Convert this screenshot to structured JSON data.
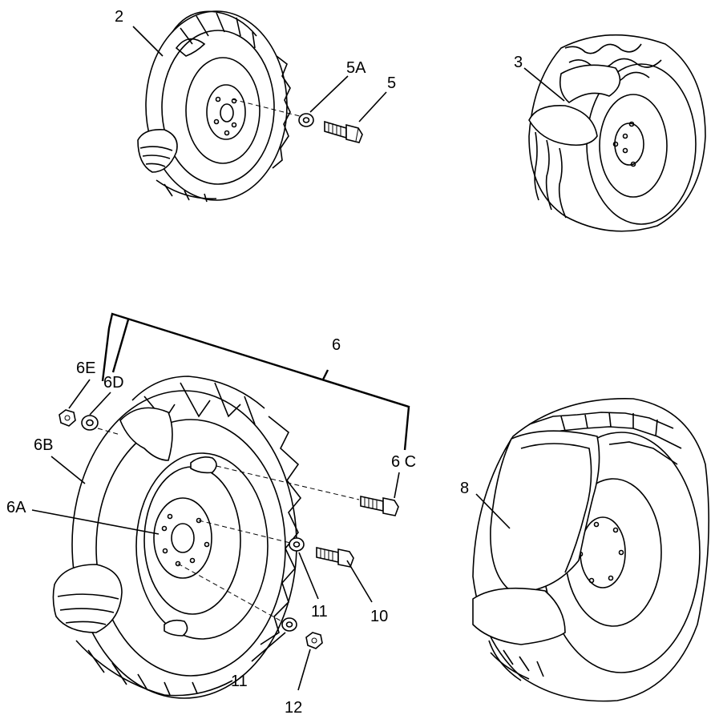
{
  "callouts": {
    "c2": "2",
    "c3": "3",
    "c5a": "5A",
    "c5": "5",
    "c6": "6",
    "c6e": "6E",
    "c6d": "6D",
    "c6b": "6B",
    "c6a": "6A",
    "c6c": "6 C",
    "c8": "8",
    "c11a": "11",
    "c10": "10",
    "c11b": "11",
    "c12": "12"
  }
}
